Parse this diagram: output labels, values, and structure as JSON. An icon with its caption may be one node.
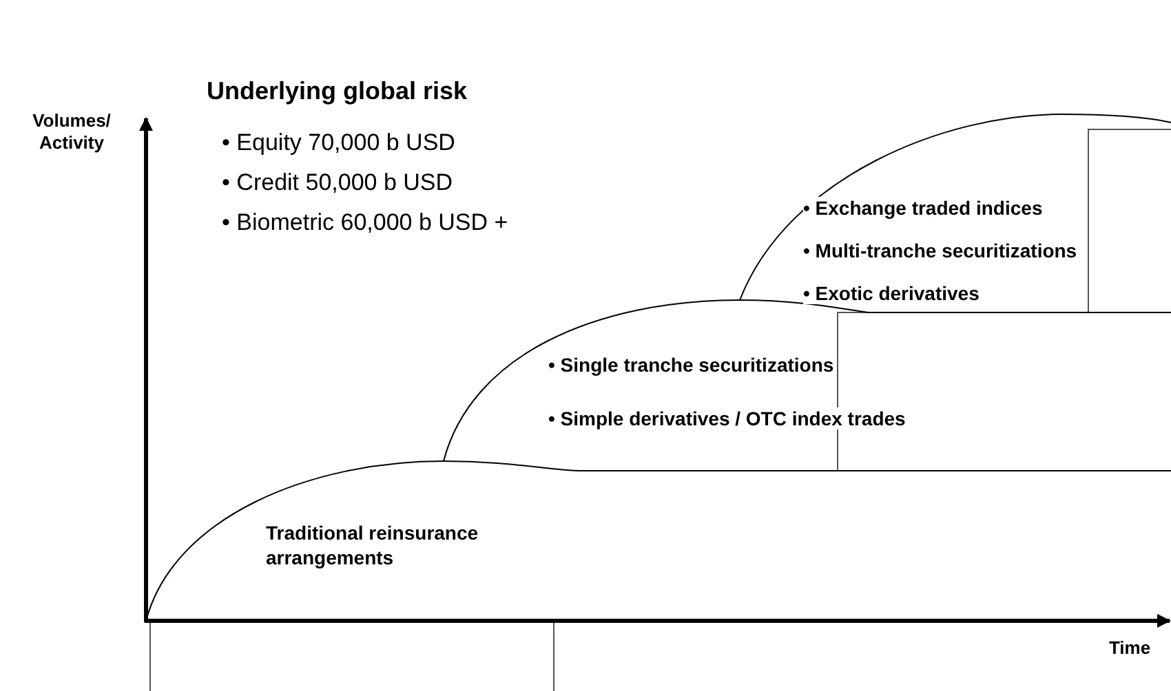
{
  "diagram": {
    "title": "Underlying global risk",
    "nodes": [
      {
        "text": [
          "Traditional reinsurance arrangements"
        ]
      },
      {
        "text": [
          "• Single tranche securitizations",
          "• Simple derivatives / OTC index trades"
        ]
      },
      {
        "text": [
          "• Exchange traded indices",
          "• Multi-tranche securitizations",
          "• Exotic derivatives"
        ]
      }
    ],
    "edges": [],
    "labels": [
      "• Equity 70,000 b USD",
      "• Credit 50,000 b USD",
      "• Biometric 60,000 b USD +",
      "Volumes/ Activity",
      "Time"
    ]
  }
}
